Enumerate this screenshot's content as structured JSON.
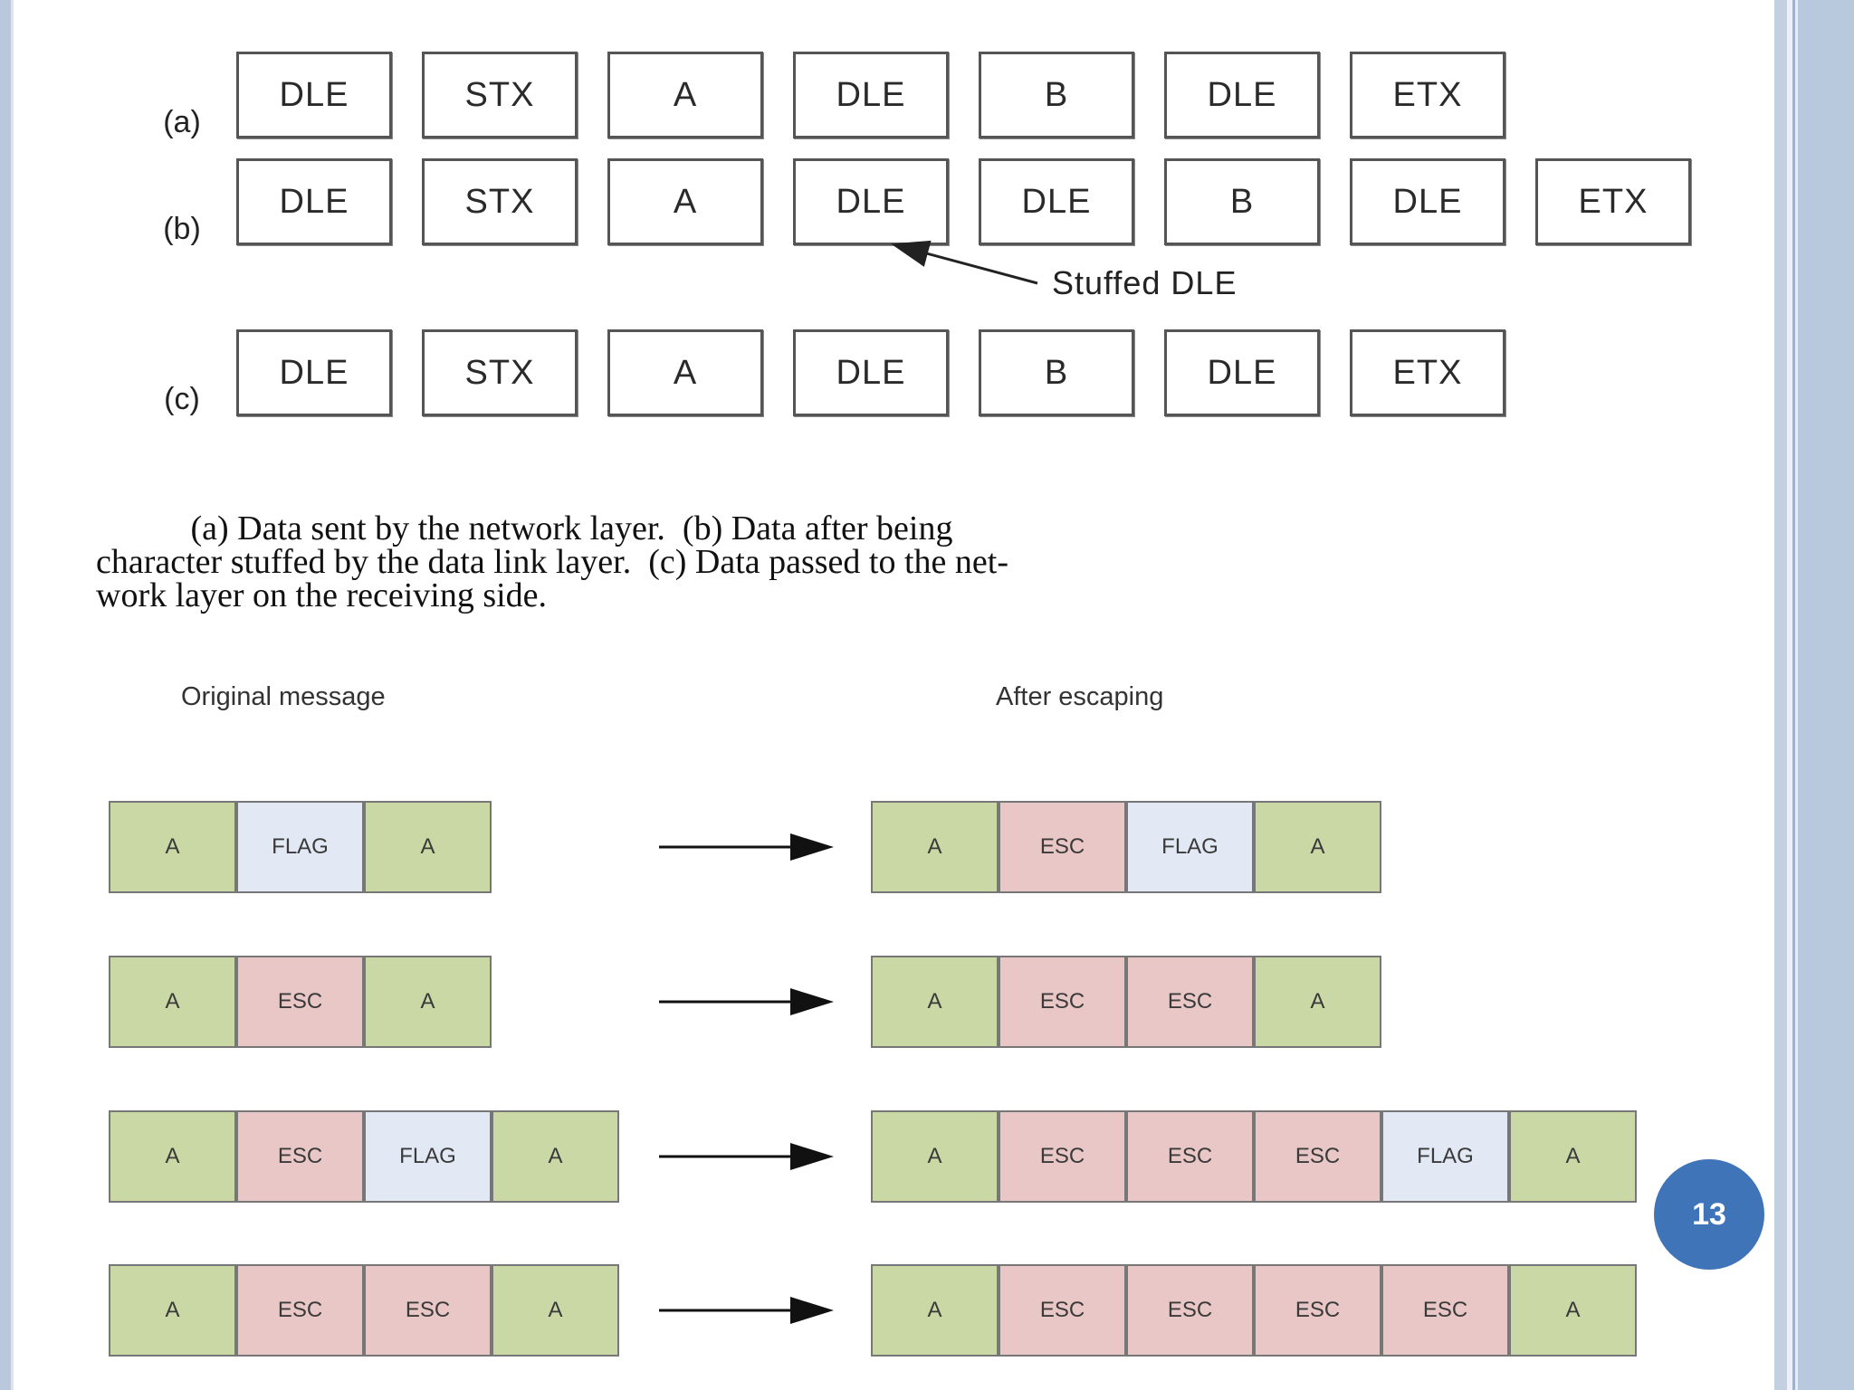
{
  "stuffing": {
    "rows": [
      {
        "label": "(a)",
        "cells": [
          "DLE",
          "STX",
          "A",
          "DLE",
          "B",
          "DLE",
          "ETX"
        ]
      },
      {
        "label": "(b)",
        "cells": [
          "DLE",
          "STX",
          "A",
          "DLE",
          "DLE",
          "B",
          "DLE",
          "ETX"
        ]
      },
      {
        "label": "(c)",
        "cells": [
          "DLE",
          "STX",
          "A",
          "DLE",
          "B",
          "DLE",
          "ETX"
        ]
      }
    ],
    "annotation": "Stuffed DLE"
  },
  "caption": {
    "lines": [
      "           (a) Data sent by the network layer.  (b) Data after being",
      "character stuffed by the data link layer.  (c) Data passed to the net-",
      "work layer on the receiving side."
    ]
  },
  "escaping": {
    "left_heading": "Original message",
    "right_heading": "After escaping",
    "rows": [
      {
        "original": [
          "A",
          "FLAG",
          "A"
        ],
        "escaped": [
          "A",
          "ESC",
          "FLAG",
          "A"
        ]
      },
      {
        "original": [
          "A",
          "ESC",
          "A"
        ],
        "escaped": [
          "A",
          "ESC",
          "ESC",
          "A"
        ]
      },
      {
        "original": [
          "A",
          "ESC",
          "FLAG",
          "A"
        ],
        "escaped": [
          "A",
          "ESC",
          "ESC",
          "ESC",
          "FLAG",
          "A"
        ]
      },
      {
        "original": [
          "A",
          "ESC",
          "ESC",
          "A"
        ],
        "escaped": [
          "A",
          "ESC",
          "ESC",
          "ESC",
          "ESC",
          "A"
        ]
      }
    ]
  },
  "page_number": "13",
  "colors": {
    "A": "#c9d8a5",
    "ESC": "#e8c7c6",
    "FLAG": "#e3e9f4",
    "badge": "#3f74b8"
  }
}
